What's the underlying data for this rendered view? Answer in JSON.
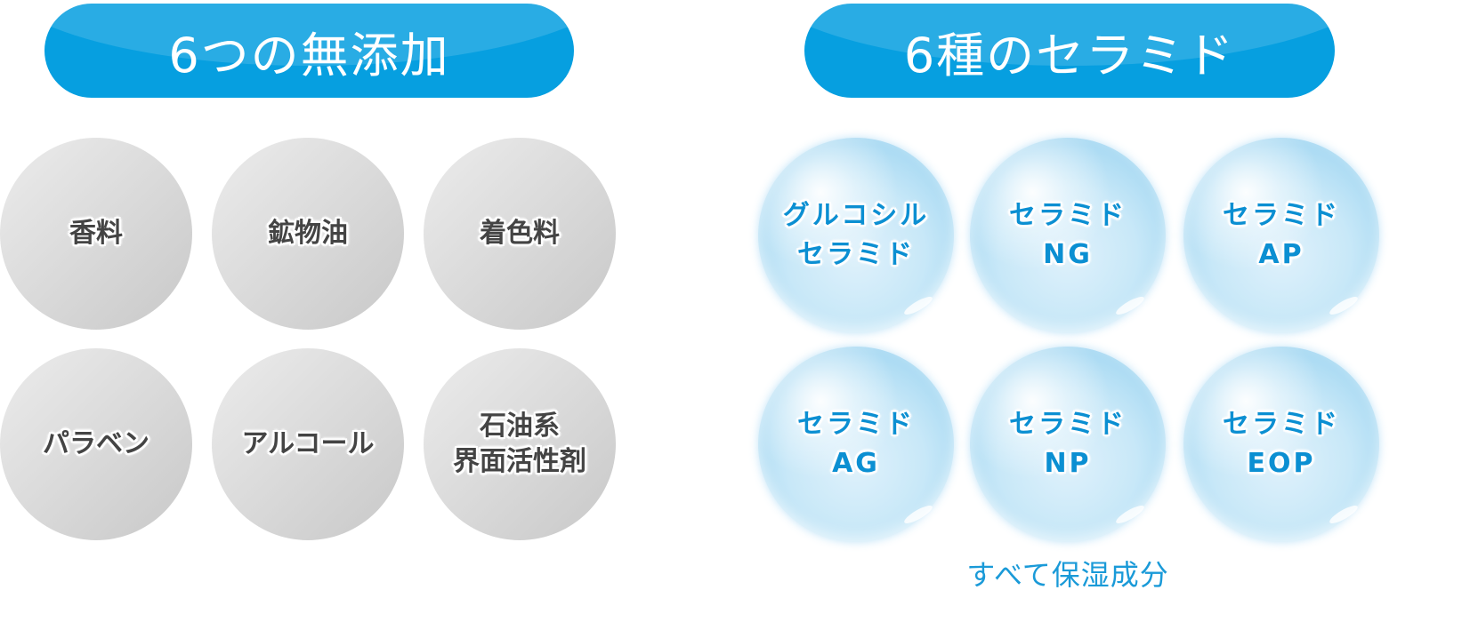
{
  "left_section": {
    "title": "6つの無添加",
    "items": [
      {
        "label": "香料"
      },
      {
        "label": "鉱物油"
      },
      {
        "label": "着色料"
      },
      {
        "label": "パラベン"
      },
      {
        "label": "アルコール"
      },
      {
        "label": "石油系\n界面活性剤"
      }
    ]
  },
  "right_section": {
    "title": "6種のセラミド",
    "items": [
      {
        "label": "グルコシル\nセラミド"
      },
      {
        "label": "セラミド\nNG"
      },
      {
        "label": "セラミド\nAP"
      },
      {
        "label": "セラミド\nAG"
      },
      {
        "label": "セラミド\nNP"
      },
      {
        "label": "セラミド\nEOP"
      }
    ],
    "footnote": "すべて保湿成分"
  },
  "colors": {
    "header_blue": "#069fe0",
    "grey_text": "#444444",
    "bubble_text": "#0b8fd2",
    "footnote_text": "#1a9ad8"
  }
}
